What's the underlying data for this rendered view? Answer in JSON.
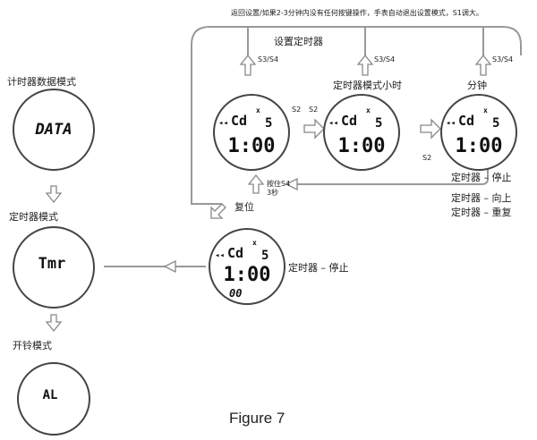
{
  "header_note": "返回设置/如果2-3分钟内没有任何按键操作，手表自动退出设置模式，S1调大。",
  "loop_label": "设置定时器",
  "modes": {
    "timer_data": "计时器数据模式",
    "timer": "定时器模式",
    "alarm": "开铃模式"
  },
  "watch_faces": {
    "data": "DATA",
    "tmr": "Tmr",
    "alarm": "AL",
    "code": "Cd",
    "superscript": "x",
    "seconds": "5",
    "time": "1:00",
    "small_time": "00",
    "arrows_indicator": "◂◂"
  },
  "buttons": {
    "s3s4_a": "S3/S4",
    "s3s4_b": "S3/S4",
    "s3s4_c": "S3/S4",
    "s2_a": "S2",
    "s2_b": "S2",
    "s2_c": "S2",
    "hold_s4_line1": "按住S4",
    "hold_s4_line2": "3秒"
  },
  "states": {
    "timer_hour": "定时器模式小时",
    "minute": "分钟",
    "reset": "复位",
    "stop_right": "定时器 – 停止",
    "stop_bottom": "定时器 – 停止",
    "up": "定时器 – 向上",
    "repeat": "定时器 – 重复"
  },
  "caption": "Figure 7"
}
